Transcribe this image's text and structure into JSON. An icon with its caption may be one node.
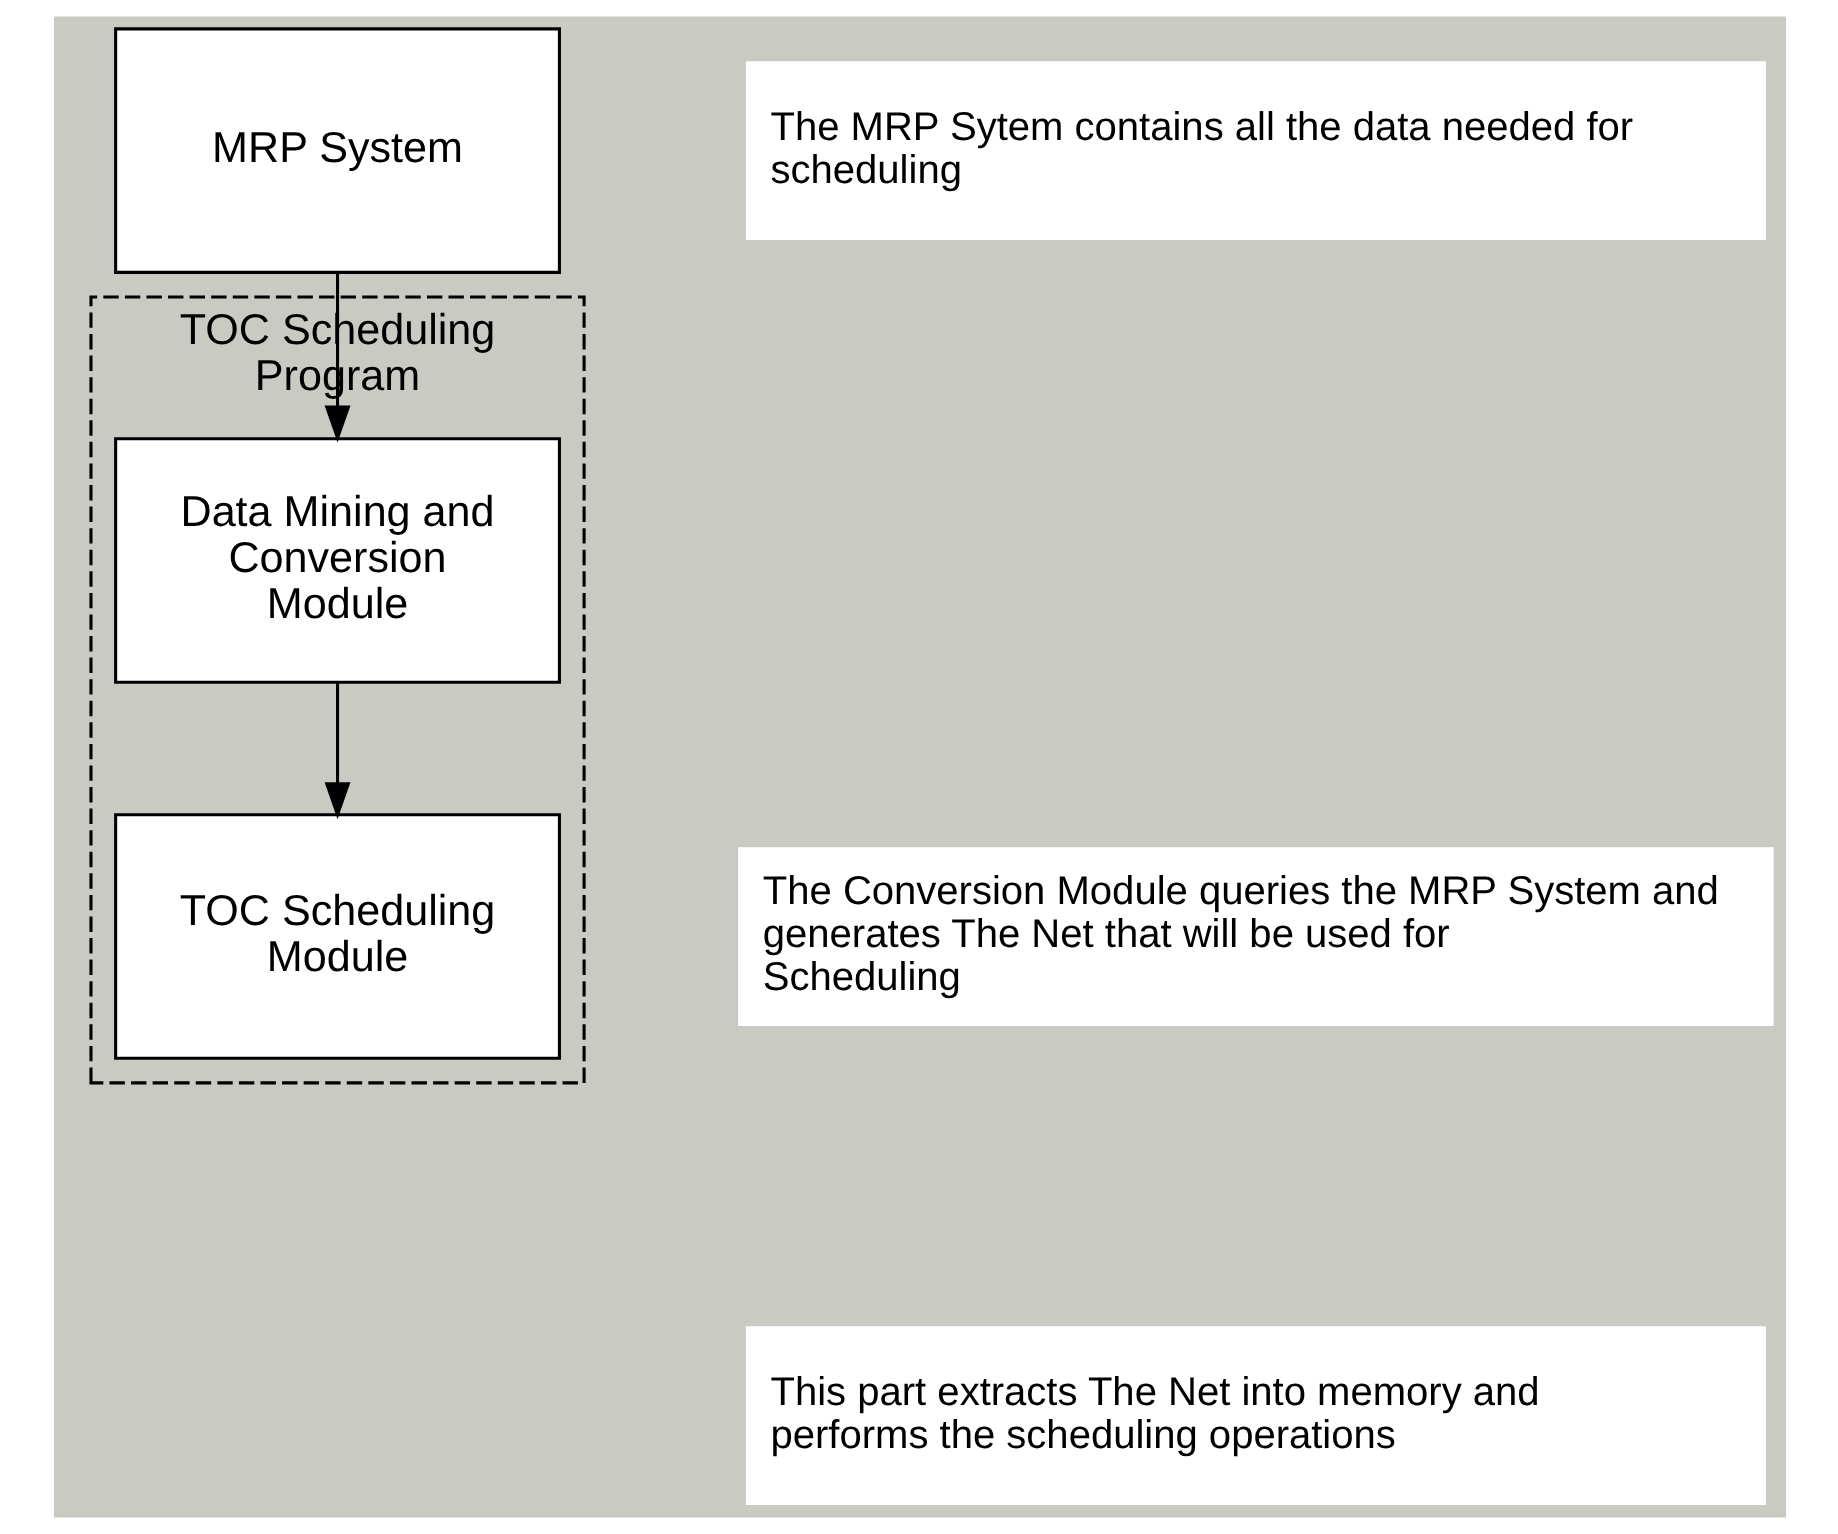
{
  "diagram": {
    "nodes": [
      {
        "text": [
          "MRP System"
        ]
      },
      {
        "text": [
          "TOC Scheduling Program"
        ]
      },
      {
        "text": [
          "Data Mining and Conversion Module"
        ],
        "in": 1
      },
      {
        "text": [
          "TOC Scheduling Module"
        ],
        "in": 1
      },
      {
        "text": [
          "The MRP Sytem contains all the data needed for scheduling"
        ]
      },
      {
        "text": [
          "The Conversion Module queries the MRP System and generates The Net that will be used for Scheduling"
        ]
      },
      {
        "text": [
          "This part extracts The Net into memory and performs the scheduling operations"
        ]
      }
    ],
    "edges": [
      {
        "from": 0,
        "to": 2,
        "arrow": "to"
      },
      {
        "from": 2,
        "to": 3,
        "arrow": "to"
      }
    ]
  }
}
